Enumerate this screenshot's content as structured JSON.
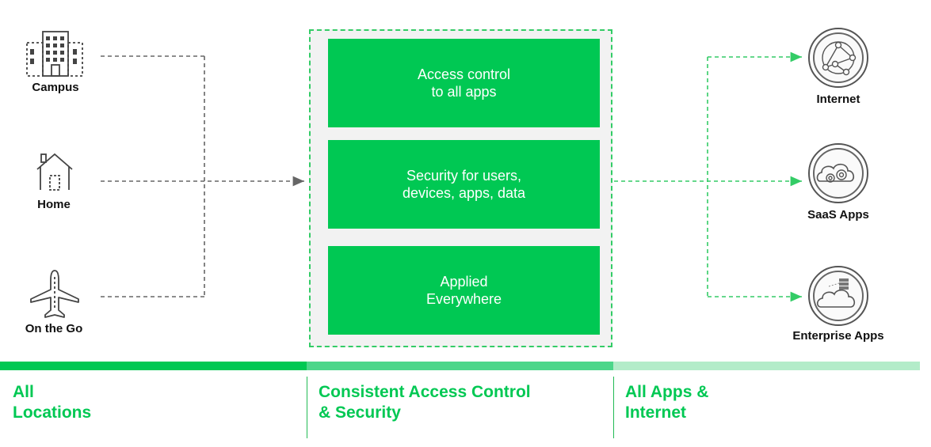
{
  "colors": {
    "brand_green": "#00c853",
    "grey_line": "#666666",
    "green_line": "#33cc66",
    "panel_bg": "#f2f2f2",
    "bar_dark": "#00c853",
    "bar_mid": "#4cd68a",
    "bar_light": "#b3ecc9"
  },
  "sources": [
    {
      "label": "Campus",
      "icon": "building-icon"
    },
    {
      "label": "Home",
      "icon": "house-icon"
    },
    {
      "label": "On the Go",
      "icon": "airplane-icon"
    }
  ],
  "blocks": [
    {
      "line1": "Access control",
      "line2": "to all apps"
    },
    {
      "line1": "Security for users,",
      "line2": "devices, apps, data"
    },
    {
      "line1": "Applied",
      "line2": "Everywhere"
    }
  ],
  "destinations": [
    {
      "label": "Internet",
      "icon": "globe-network-icon"
    },
    {
      "label": "SaaS Apps",
      "icon": "cloud-gears-icon"
    },
    {
      "label": "Enterprise Apps",
      "icon": "cloud-server-icon"
    }
  ],
  "columns": [
    {
      "line1": "All",
      "line2": "Locations"
    },
    {
      "line1": "Consistent Access Control",
      "line2": "& Security"
    },
    {
      "line1": "All Apps &",
      "line2": "Internet"
    }
  ]
}
